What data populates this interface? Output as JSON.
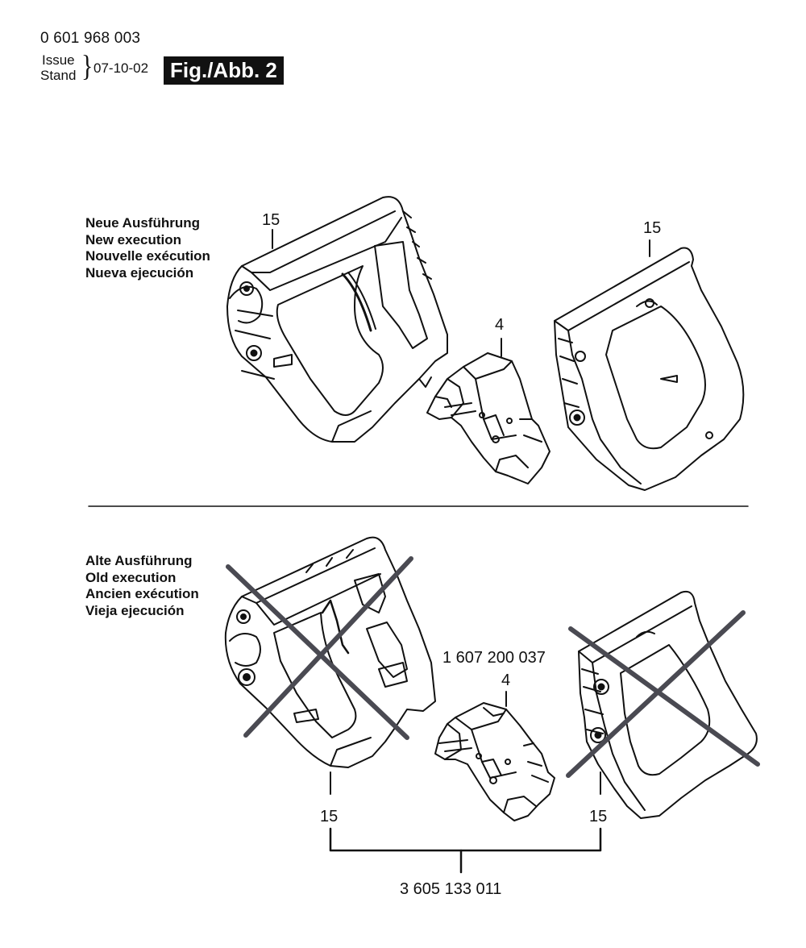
{
  "header": {
    "doc_number": "0 601 968 003",
    "issue_label": "Issue",
    "stand_label": "Stand",
    "date": "07-10-02",
    "figure_label": "Fig./Abb. 2"
  },
  "new_section": {
    "lines": [
      "Neue Ausführung",
      "New execution",
      "Nouvelle exécution",
      "Nueva ejecución"
    ],
    "callouts": {
      "housing_left": "15",
      "housing_right": "15",
      "switch": "4"
    }
  },
  "old_section": {
    "lines": [
      "Alte Ausführung",
      "Old execution",
      "Ancien exécution",
      "Vieja ejecución"
    ],
    "callouts": {
      "switch_part_number": "1 607 200 037",
      "switch": "4",
      "housing_left": "15",
      "housing_right": "15",
      "housing_set_part_number": "3 605 133 011"
    }
  },
  "colors": {
    "line": "#111111",
    "cross": "#4a4a52",
    "fill": "#ffffff",
    "shade": "#d9d9d9"
  }
}
